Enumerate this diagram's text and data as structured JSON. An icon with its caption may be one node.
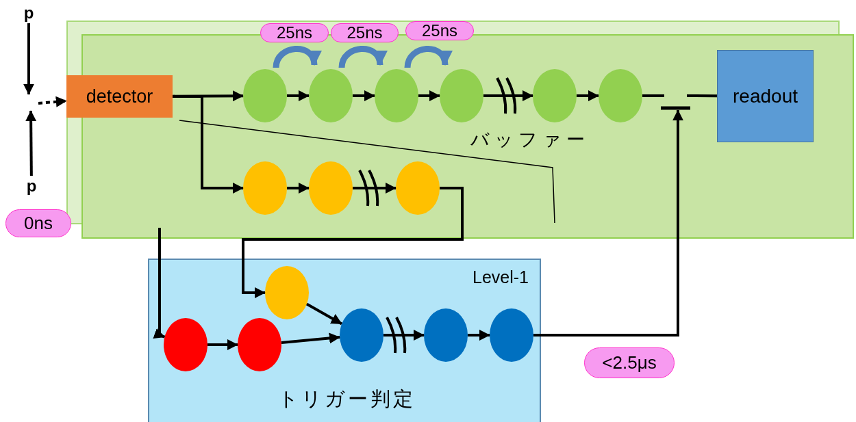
{
  "diagram": {
    "nodes": [
      {
        "text": [
          "バッファー"
        ]
      },
      {
        "text": [
          "detector"
        ]
      },
      {
        "text": [],
        "shape": "circle",
        "in": 0
      },
      {
        "text": [],
        "shape": "circle",
        "in": 0
      },
      {
        "text": [],
        "shape": "circle",
        "in": 0
      },
      {
        "text": [],
        "shape": "circle",
        "in": 0
      },
      {
        "text": [],
        "shape": "circle",
        "in": 0
      },
      {
        "text": [],
        "shape": "circle",
        "in": 0
      },
      {
        "text": [
          "readout"
        ],
        "in": 0
      },
      {
        "text": [],
        "shape": "circle",
        "in": 0
      },
      {
        "text": [],
        "shape": "circle",
        "in": 0
      },
      {
        "text": [],
        "shape": "circle",
        "in": 0
      },
      {
        "text": [
          "Level-1",
          "トリガー判定"
        ]
      },
      {
        "text": [],
        "shape": "circle",
        "in": 12
      },
      {
        "text": [],
        "shape": "circle",
        "in": 12
      },
      {
        "text": [],
        "shape": "circle",
        "in": 12
      },
      {
        "text": [],
        "shape": "circle",
        "in": 12
      },
      {
        "text": [],
        "shape": "circle",
        "in": 12
      },
      {
        "text": [],
        "shape": "circle",
        "in": 12
      },
      {
        "text": [
          "p"
        ]
      },
      {
        "text": [
          "p"
        ]
      },
      {
        "text": [
          "25ns"
        ]
      },
      {
        "text": [
          "25ns"
        ]
      },
      {
        "text": [
          "25ns"
        ]
      },
      {
        "text": [
          "0ns"
        ]
      },
      {
        "text": [
          "<2.5μs"
        ]
      }
    ],
    "edges": [
      {
        "from": 1,
        "to": 2,
        "arrow": "to"
      },
      {
        "from": 1,
        "to": 9,
        "arrow": "to"
      },
      {
        "from": 2,
        "to": 3,
        "arrow": "to"
      },
      {
        "from": 3,
        "to": 4,
        "arrow": "to"
      },
      {
        "from": 4,
        "to": 5,
        "arrow": "to"
      },
      {
        "from": 5,
        "to": 6,
        "arrow": "to"
      },
      {
        "from": 6,
        "to": 7,
        "arrow": "to"
      },
      {
        "from": 7,
        "to": null,
        "arrow": "none"
      },
      {
        "from": null,
        "to": 8,
        "arrow": "none"
      },
      {
        "from": 9,
        "to": 10,
        "arrow": "to"
      },
      {
        "from": 10,
        "to": 11,
        "arrow": "to"
      },
      {
        "from": 11,
        "to": 13,
        "arrow": "to"
      },
      {
        "from": null,
        "to": 14,
        "arrow": "to"
      },
      {
        "from": 14,
        "to": 15,
        "arrow": "to"
      },
      {
        "from": 15,
        "to": 16,
        "arrow": "to"
      },
      {
        "from": 13,
        "to": 16,
        "arrow": "to"
      },
      {
        "from": 16,
        "to": 17,
        "arrow": "to"
      },
      {
        "from": 17,
        "to": 18,
        "arrow": "to"
      },
      {
        "from": 18,
        "to": null,
        "arrow": "to"
      },
      {
        "from": 19,
        "to": null,
        "arrow": "to"
      },
      {
        "from": 20,
        "to": null,
        "arrow": "to"
      },
      {
        "from": null,
        "to": 1,
        "arrow": "to",
        "style": "dashed"
      },
      {
        "from": 2,
        "to": 3,
        "arrow": "to",
        "style": "thick",
        "color": "#4f81bd"
      },
      {
        "from": 3,
        "to": 4,
        "arrow": "to",
        "style": "thick",
        "color": "#4f81bd"
      },
      {
        "from": 4,
        "to": 5,
        "arrow": "to",
        "style": "thick",
        "color": "#4f81bd"
      }
    ]
  }
}
